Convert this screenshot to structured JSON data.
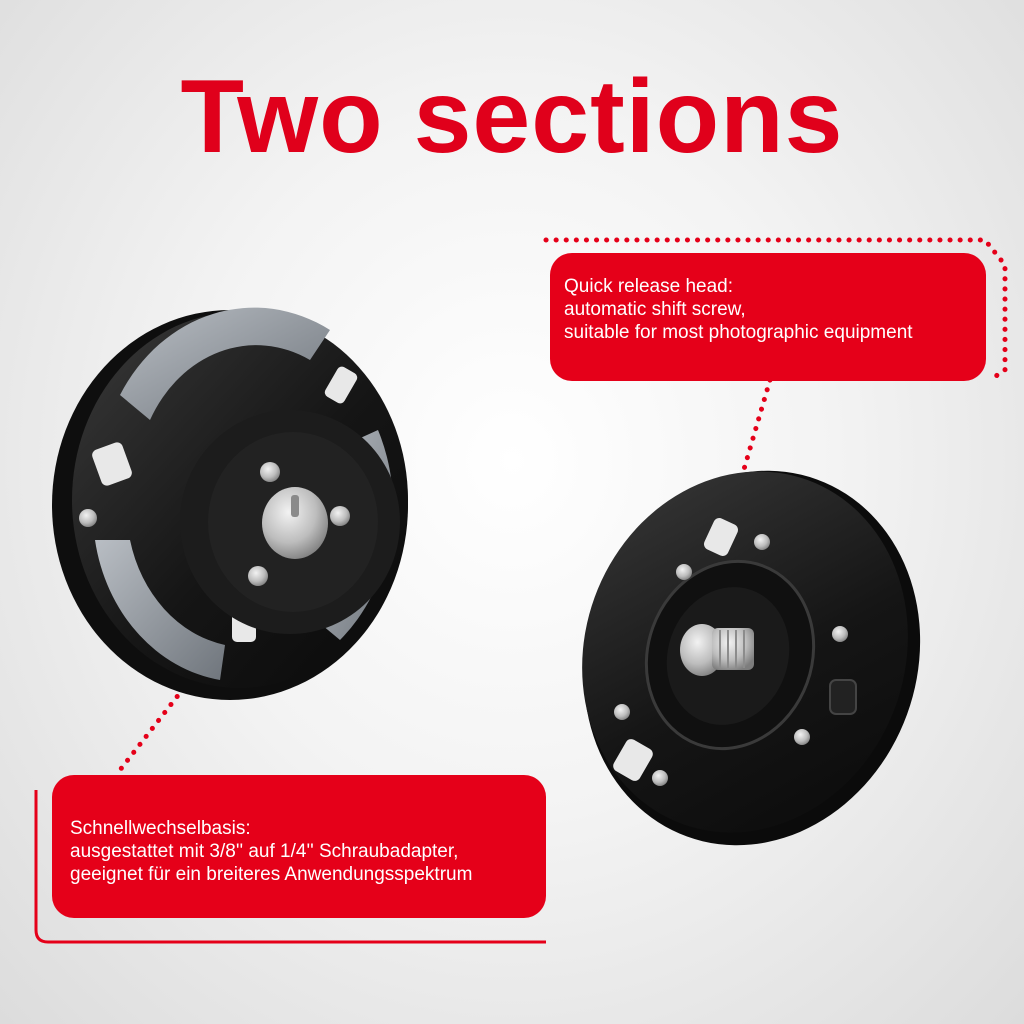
{
  "title": "Two sections",
  "colors": {
    "accent": "#e50019",
    "title": "#e0001b",
    "product": "#1a1a1a",
    "plate_gray": "#8a9098"
  },
  "callout_top": {
    "line1": "Quick release head:",
    "line2": "automatic shift screw,",
    "line3": "suitable for most photographic equipment"
  },
  "callout_bottom": {
    "line1": "Schnellwechselbasis:",
    "line2": "ausgestattet mit 3/8'' auf 1/4'' Schraubadapter,",
    "line3": "geeignet für ein breiteres Anwendungsspektrum"
  }
}
